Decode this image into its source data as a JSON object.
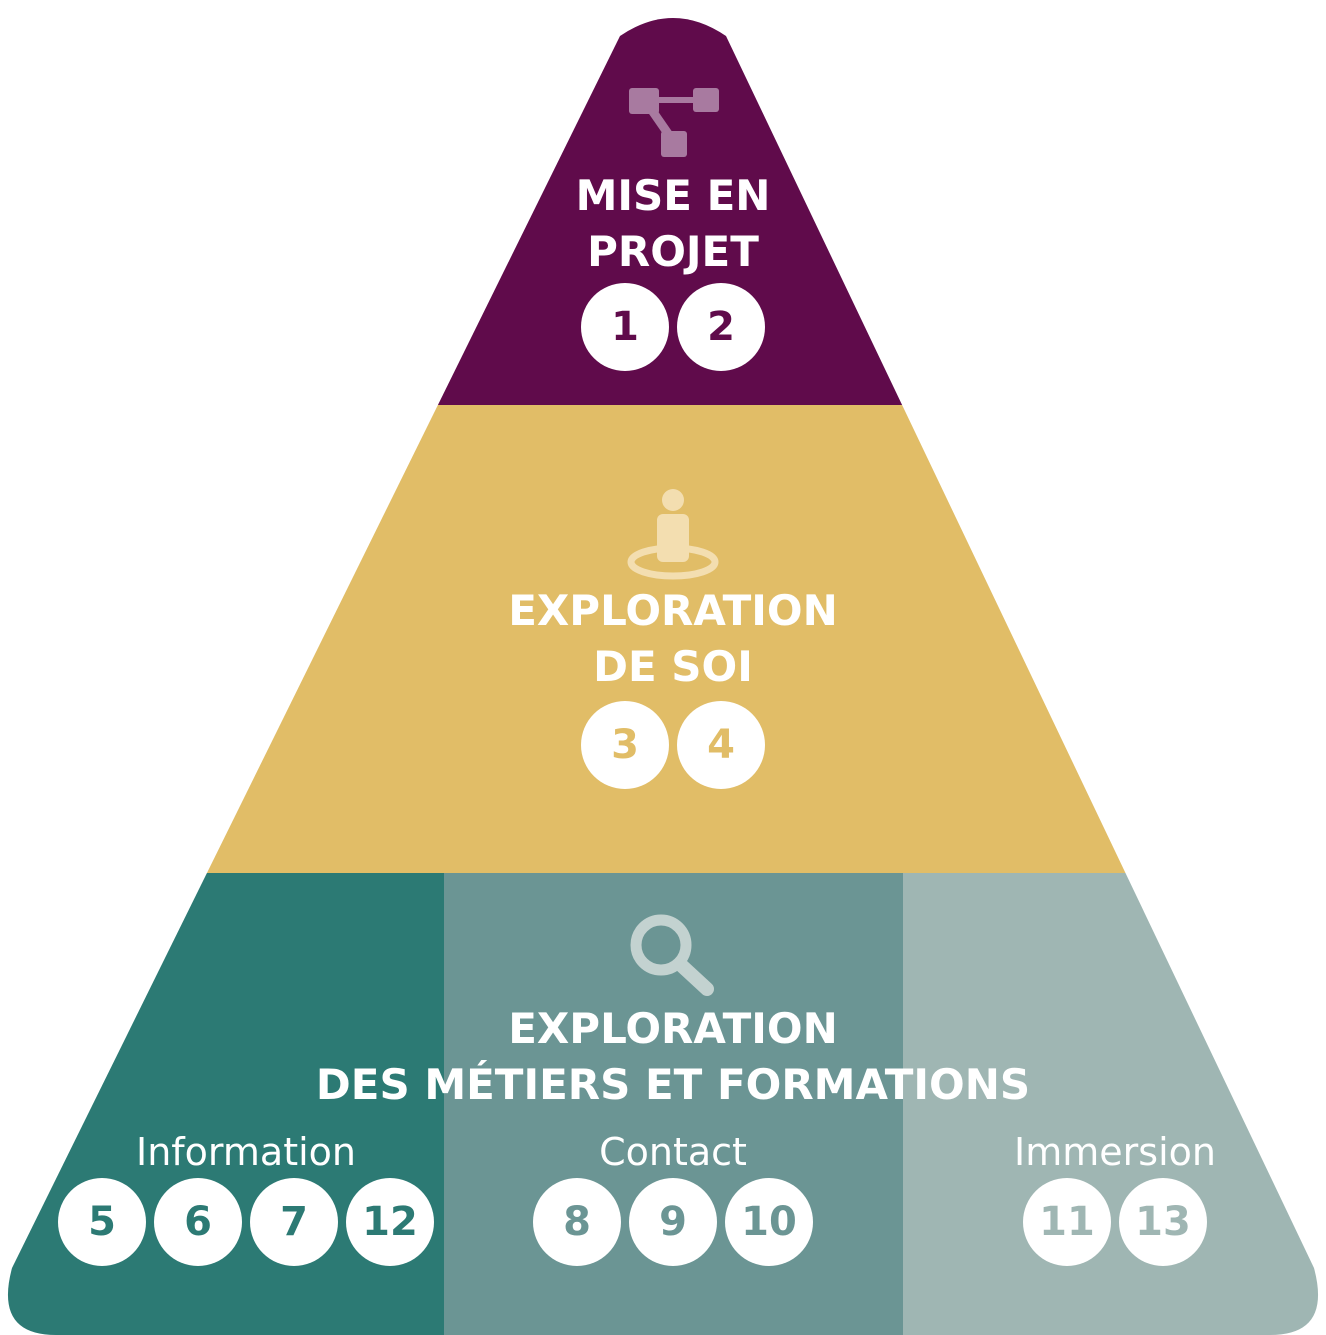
{
  "colors": {
    "top": "#600b4b",
    "middle": "#e1bd67",
    "bottom_left": "#2c7a74",
    "bottom_center": "#6b9594",
    "bottom_right": "#9fb6b3"
  },
  "levels": {
    "top": {
      "icon": "project-flow-icon",
      "title_line1": "MISE EN",
      "title_line2": "PROJET",
      "numbers": [
        "1",
        "2"
      ]
    },
    "middle": {
      "icon": "person-target-icon",
      "title_line1": "EXPLORATION",
      "title_line2": "DE SOI",
      "numbers": [
        "3",
        "4"
      ]
    },
    "bottom": {
      "icon": "magnifier-icon",
      "title_line1": "EXPLORATION",
      "title_line2": "DES MÉTIERS ET FORMATIONS",
      "sections": [
        {
          "label": "Information",
          "numbers": [
            "5",
            "6",
            "7",
            "12"
          ]
        },
        {
          "label": "Contact",
          "numbers": [
            "8",
            "9",
            "10"
          ]
        },
        {
          "label": "Immersion",
          "numbers": [
            "11",
            "13"
          ]
        }
      ]
    }
  }
}
